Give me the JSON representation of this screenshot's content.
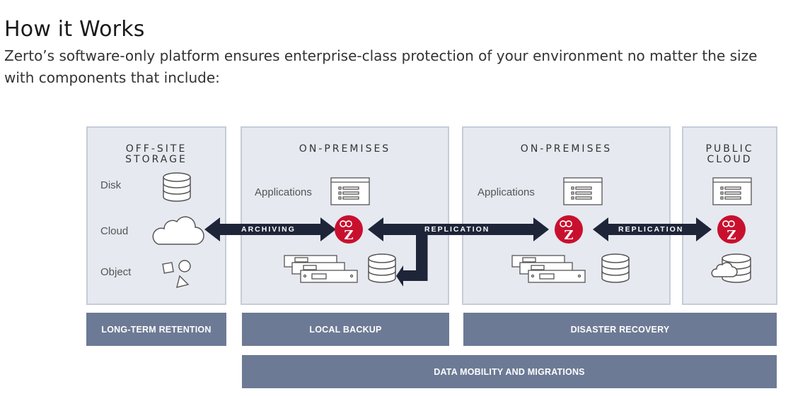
{
  "page": {
    "heading": "How it Works",
    "intro": "Zerto’s software-only platform ensures enterprise-class protection of your environment no matter the size with components that include:"
  },
  "diagram": {
    "panels": {
      "offsite": {
        "title_line1": "OFF-SITE",
        "title_line2": "STORAGE",
        "disk": "Disk",
        "cloud": "Cloud",
        "object": "Object"
      },
      "onprem1": {
        "title": "ON-PREMISES",
        "applications": "Applications"
      },
      "onprem2": {
        "title": "ON-PREMISES",
        "applications": "Applications"
      },
      "public": {
        "title_line1": "PUBLIC",
        "title_line2": "CLOUD"
      }
    },
    "arrows": {
      "archiving": "ARCHIVING",
      "replication1": "REPLICATION",
      "replication2": "REPLICATION"
    },
    "bars": {
      "long_term": "LONG-TERM RETENTION",
      "local_backup": "LOCAL BACKUP",
      "disaster_recovery": "DISASTER RECOVERY",
      "data_mobility": "DATA MOBILITY AND MIGRATIONS"
    },
    "logo_letter": "Z",
    "colors": {
      "panel_bg": "#e6e9f0",
      "panel_border": "#c6ccd8",
      "bar": "#6d7a95",
      "arrow": "#1f2538",
      "logo": "#c8102e"
    }
  }
}
